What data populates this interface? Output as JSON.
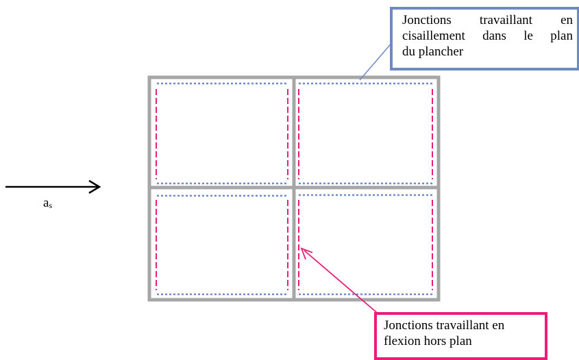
{
  "labels": {
    "acceleration": "a",
    "acceleration_subscript": "s",
    "shear_callout_line1": "Jonctions travaillant en",
    "shear_callout_line2": "cisaillement dans le plan",
    "shear_callout_line3": "du plancher",
    "flexion_callout_line1": "Jonctions travaillant en",
    "flexion_callout_line2": "flexion hors plan"
  },
  "colors": {
    "frame": "#a6a6a6",
    "shear_joint": "#6f8ac3",
    "flexion_joint": "#e91e7a",
    "arrow": "#000000"
  }
}
